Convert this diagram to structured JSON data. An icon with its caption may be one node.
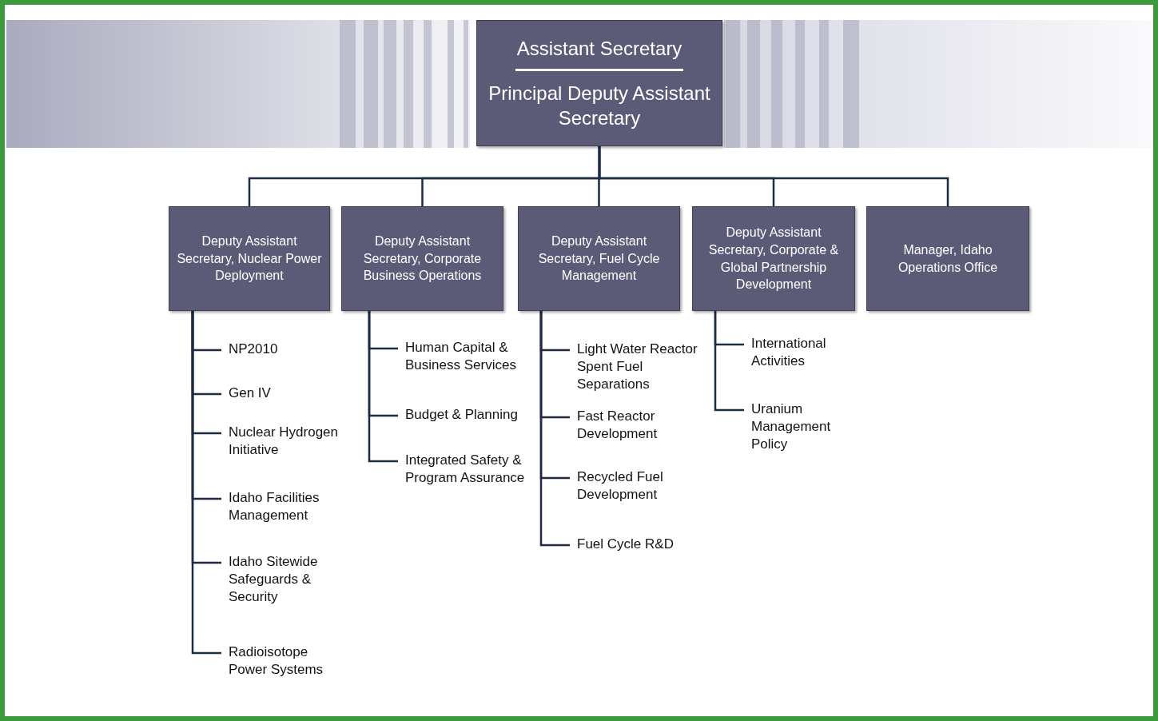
{
  "diagram": {
    "nodes": [
      {
        "text": [
          "Assistant Secretary",
          "Principal Deputy Assistant Secretary"
        ]
      },
      {
        "text": [
          "Deputy Assistant Secretary, Nuclear Power Deployment"
        ]
      },
      {
        "text": [
          "Deputy Assistant Secretary, Corporate Business Operations"
        ]
      },
      {
        "text": [
          "Deputy Assistant Secretary, Fuel Cycle Management"
        ]
      },
      {
        "text": [
          "Deputy Assistant Secretary, Corporate & Global Partnership Development"
        ]
      },
      {
        "text": [
          "Manager, Idaho Operations Office"
        ]
      },
      {
        "text": [
          "NP2010"
        ]
      },
      {
        "text": [
          "Gen IV"
        ]
      },
      {
        "text": [
          "Nuclear Hydrogen Initiative"
        ]
      },
      {
        "text": [
          "Idaho Facilities Management"
        ]
      },
      {
        "text": [
          "Idaho Sitewide Safeguards & Security"
        ]
      },
      {
        "text": [
          "Radioisotope Power Systems"
        ]
      },
      {
        "text": [
          "Human Capital & Business Services"
        ]
      },
      {
        "text": [
          "Budget & Planning"
        ]
      },
      {
        "text": [
          "Integrated Safety & Program Assurance"
        ]
      },
      {
        "text": [
          "Light Water Reactor Spent Fuel Separations"
        ]
      },
      {
        "text": [
          "Fast Reactor Development"
        ]
      },
      {
        "text": [
          "Recycled Fuel Development"
        ]
      },
      {
        "text": [
          "Fuel Cycle R&D"
        ]
      },
      {
        "text": [
          "International Activities"
        ]
      },
      {
        "text": [
          "Uranium Management Policy"
        ]
      }
    ],
    "edges": [
      {
        "from": 0,
        "to": 1,
        "arrow": "none"
      },
      {
        "from": 0,
        "to": 2,
        "arrow": "none"
      },
      {
        "from": 0,
        "to": 3,
        "arrow": "none"
      },
      {
        "from": 0,
        "to": 4,
        "arrow": "none"
      },
      {
        "from": 0,
        "to": 5,
        "arrow": "none"
      },
      {
        "from": 1,
        "to": 6,
        "arrow": "none"
      },
      {
        "from": 1,
        "to": 7,
        "arrow": "none"
      },
      {
        "from": 1,
        "to": 8,
        "arrow": "none"
      },
      {
        "from": 1,
        "to": 9,
        "arrow": "none"
      },
      {
        "from": 1,
        "to": 10,
        "arrow": "none"
      },
      {
        "from": 1,
        "to": 11,
        "arrow": "none"
      },
      {
        "from": 2,
        "to": 12,
        "arrow": "none"
      },
      {
        "from": 2,
        "to": 13,
        "arrow": "none"
      },
      {
        "from": 2,
        "to": 14,
        "arrow": "none"
      },
      {
        "from": 3,
        "to": 15,
        "arrow": "none"
      },
      {
        "from": 3,
        "to": 16,
        "arrow": "none"
      },
      {
        "from": 3,
        "to": 17,
        "arrow": "none"
      },
      {
        "from": 3,
        "to": 18,
        "arrow": "none"
      },
      {
        "from": 4,
        "to": 19,
        "arrow": "none"
      },
      {
        "from": 4,
        "to": 20,
        "arrow": "none"
      }
    ]
  }
}
